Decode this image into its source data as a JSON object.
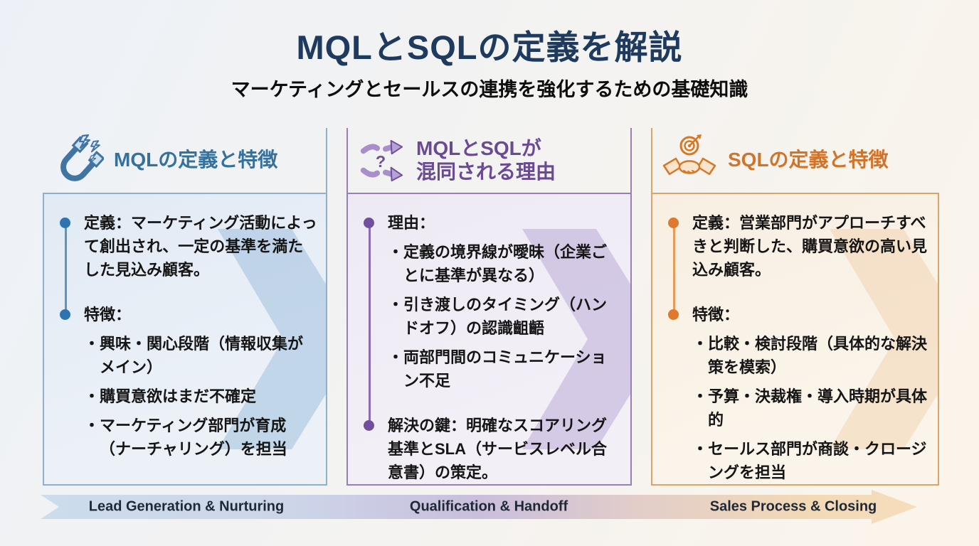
{
  "header": {
    "title": "MQLとSQLの定義を解説",
    "subtitle": "マーケティングとセールスの連携を強化するための基礎知識"
  },
  "columns": [
    {
      "id": "mql",
      "icon": "magnet-icon",
      "accent": "#36719c",
      "title": "MQLの定義と特徴",
      "items": [
        {
          "text": "定義：マーケティング活動によって創出され、一定の基準を満たした見込み顧客。",
          "subitems": []
        },
        {
          "text": "特徴：",
          "subitems": [
            "・興味・関心段階（情報収集がメイン）",
            "・購買意欲はまだ不確定",
            "・マーケティング部門が育成（ナーチャリング）を担当"
          ]
        }
      ]
    },
    {
      "id": "confusion",
      "icon": "confusion-arrows-icon",
      "accent": "#6b4a94",
      "title_lines": [
        "MQLとSQLが",
        "混同される理由"
      ],
      "items": [
        {
          "text": "理由：",
          "subitems": [
            "・定義の境界線が曖昧（企業ごとに基準が異なる）",
            "・引き渡しのタイミング（ハンドオフ）の認識齟齬",
            "・両部門間のコミュニケーション不足"
          ]
        },
        {
          "text": "解決の鍵：明確なスコアリング基準とSLA（サービスレベル合意書）の策定。",
          "subitems": []
        }
      ]
    },
    {
      "id": "sql",
      "icon": "handshake-target-icon",
      "accent": "#d1742b",
      "title": "SQLの定義と特徴",
      "items": [
        {
          "text": "定義：営業部門がアプローチすべきと判断した、購買意欲の高い見込み顧客。",
          "subitems": []
        },
        {
          "text": "特徴：",
          "subitems": [
            "・比較・検討段階（具体的な解決策を模索）",
            "・予算・決裁権・導入時期が具体的",
            "・セールス部門が商談・クロージングを担当"
          ]
        }
      ]
    }
  ],
  "flow_arrow": {
    "labels": [
      "Lead Generation & Nurturing",
      "Qualification & Handoff",
      "Sales Process & Closing"
    ],
    "gradient": [
      "#ccdcec",
      "#c9bedd",
      "#f6ddbc"
    ]
  },
  "colors": {
    "title": "#1e3a5e",
    "mql_accent": "#36719c",
    "confusion_accent": "#6b4a94",
    "sql_accent": "#d1742b"
  }
}
